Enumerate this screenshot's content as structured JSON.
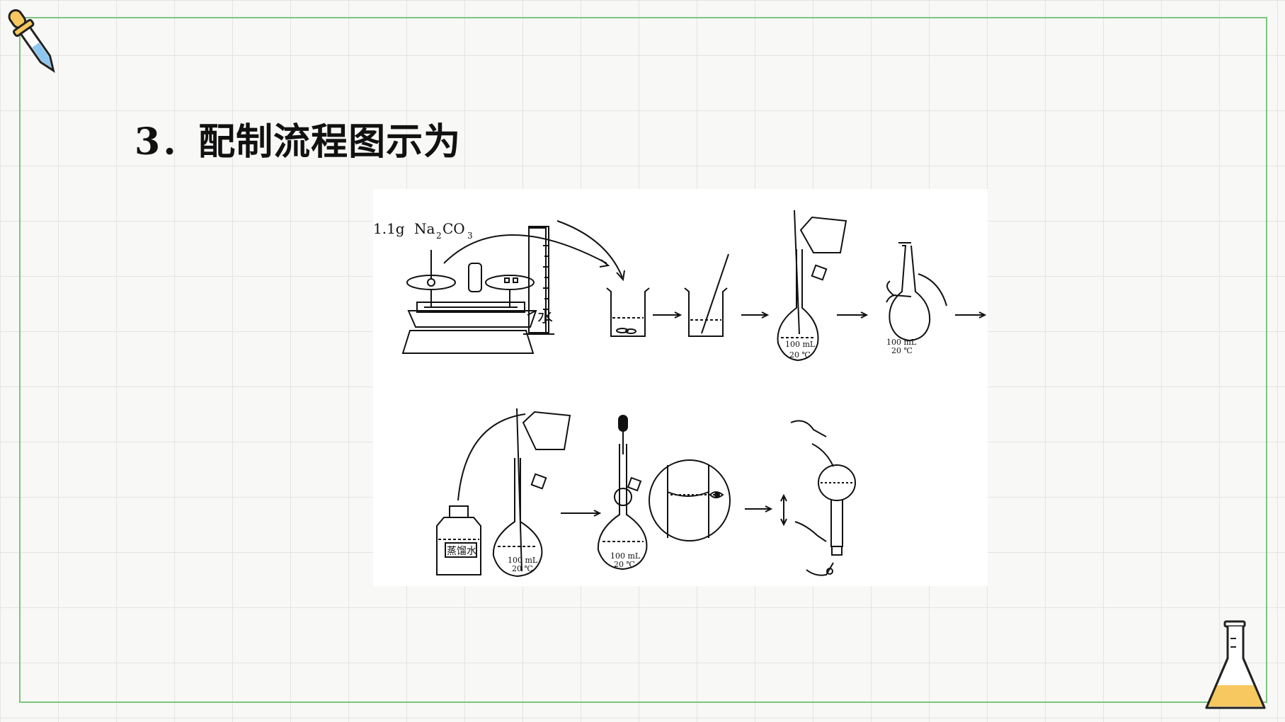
{
  "slide": {
    "title": "3．配制流程图示为"
  },
  "figure": {
    "reagent_amount": "1.1g",
    "reagent_formula_na": "Na",
    "reagent_formula_sub1": "2",
    "reagent_formula_co": "CO",
    "reagent_formula_sub2": "3",
    "water_label": "水",
    "flask_volume_label": "100 mL",
    "flask_temp_label": "20 ℃",
    "distilled_water_label": "蒸馏水"
  },
  "colors": {
    "frame": "#7bc47f",
    "grid": "#e4e4e2",
    "background": "#f8f8f6",
    "dropper_liquid": "#8ec6ef",
    "dropper_bulb": "#f6c85f",
    "flask_liquid": "#f6c85f"
  },
  "icons": [
    "dropper-icon",
    "erlenmeyer-flask-icon"
  ]
}
